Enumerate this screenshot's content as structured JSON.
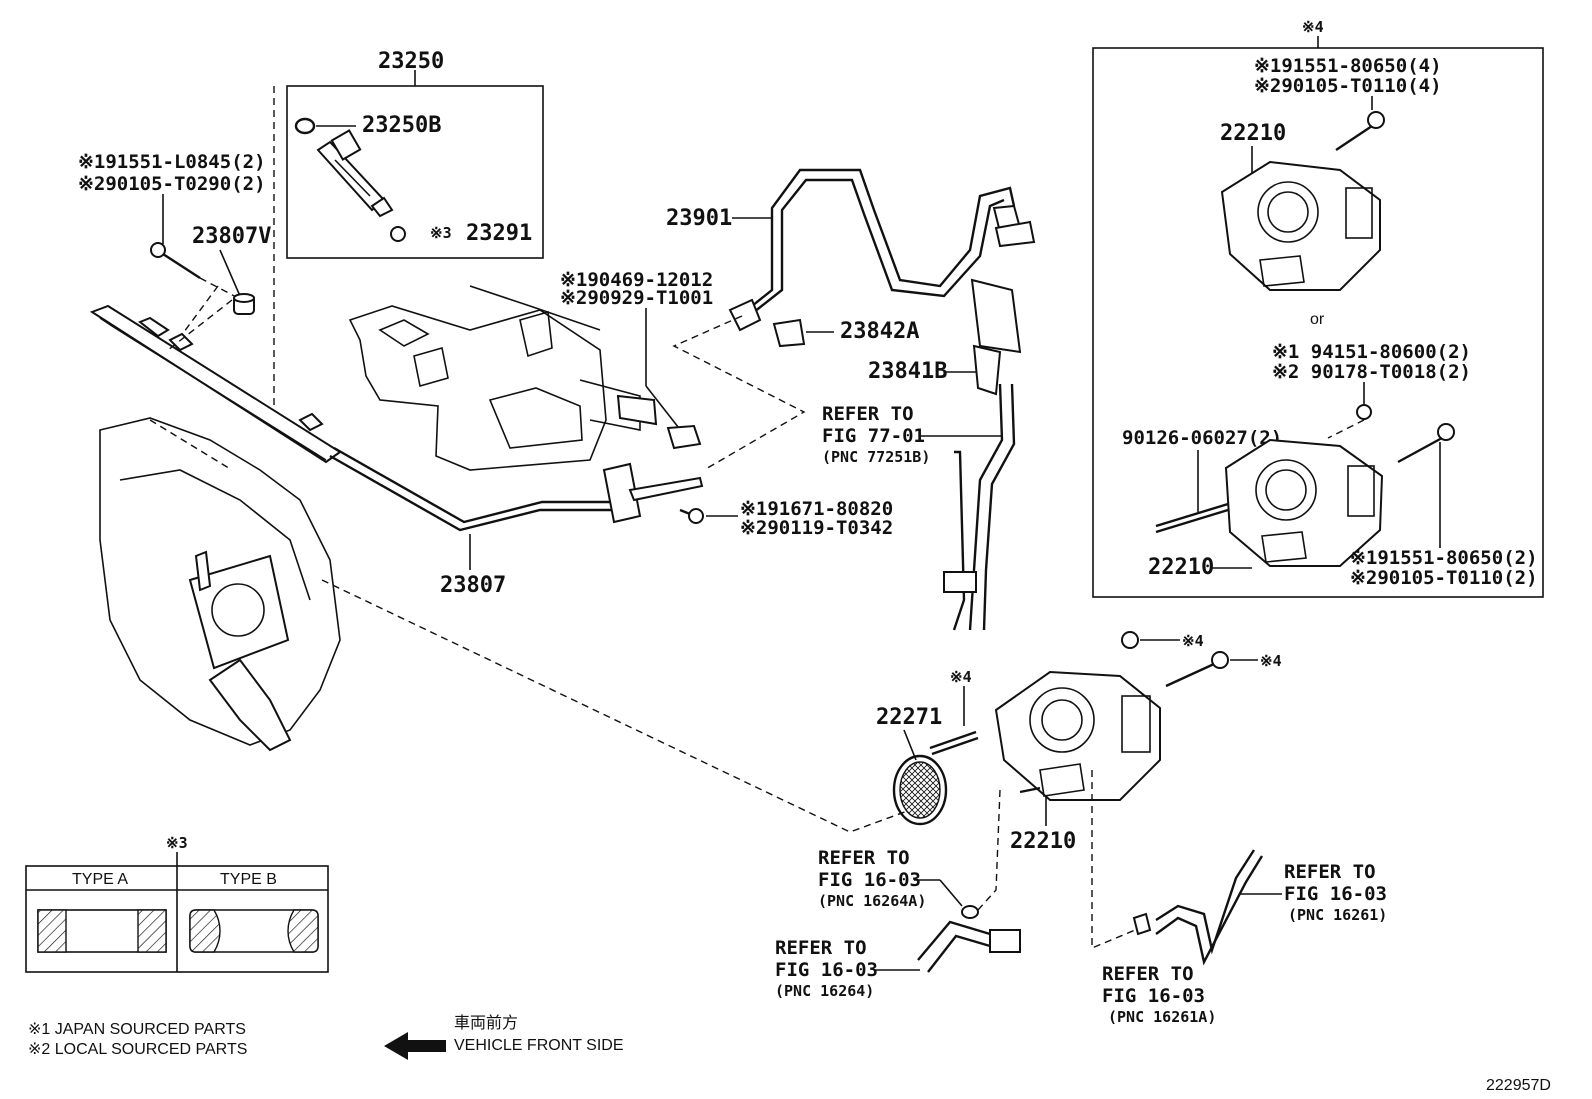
{
  "diagram_id": "222957D",
  "notes": {
    "note1": "※1 JAPAN SOURCED PARTS",
    "note2": "※2 LOCAL SOURCED PARTS"
  },
  "front_side": {
    "japanese": "車両前方",
    "english": "VEHICLE FRONT SIDE"
  },
  "type_table": {
    "marker": "※3",
    "col_a": "TYPE A",
    "col_b": "TYPE B"
  },
  "injector_box": {
    "title": "23250",
    "oring": "23250B",
    "clip_marker": "※3",
    "clip": "23291"
  },
  "rail_bolt": {
    "p1": "※191551-L0845(2)",
    "p2": "※290105-T0290(2)"
  },
  "insulator": "23807V",
  "fuel_rail": "23807",
  "clamp_bolt": {
    "p1": "※190469-12012",
    "p2": "※290929-T1001"
  },
  "rail_flange_bolt": {
    "p1": "※191671-80820",
    "p2": "※290119-T0342"
  },
  "hose": "23901",
  "clip_23842A": "23842A",
  "bracket_23841B": "23841B",
  "refer_77": {
    "l1": "REFER TO",
    "l2": "FIG 77-01",
    "l3": "(PNC 77251B)"
  },
  "throttle_box": {
    "marker": "※4",
    "bolt_a1": "※191551-80650(4)",
    "bolt_a2": "※290105-T0110(4)",
    "body_a": "22210",
    "or_text": "or",
    "nut_1": "※1  94151-80600(2)",
    "nut_2": "※2  90178-T0018(2)",
    "stud": "90126-06027(2)",
    "body_b": "22210",
    "bolt_b1": "※191551-80650(2)",
    "bolt_b2": "※290105-T0110(2)"
  },
  "main_throttle": {
    "gasket": "22271",
    "body": "22210",
    "marker_stud": "※4",
    "marker_nut": "※4",
    "marker_bolt": "※4"
  },
  "refer_16264A": {
    "l1": "REFER TO",
    "l2": "FIG 16-03",
    "l3": "(PNC 16264A)"
  },
  "refer_16264": {
    "l1": "REFER TO",
    "l2": "FIG 16-03",
    "l3": "(PNC 16264)"
  },
  "refer_16261": {
    "l1": "REFER TO",
    "l2": "FIG 16-03",
    "l3": "(PNC 16261)"
  },
  "refer_16261A": {
    "l1": "REFER TO",
    "l2": "FIG 16-03",
    "l3": "(PNC 16261A)"
  }
}
